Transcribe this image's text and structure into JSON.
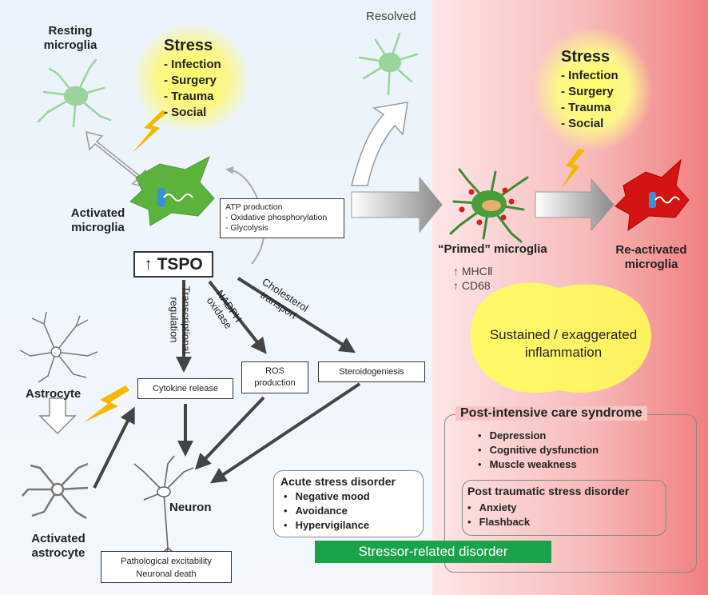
{
  "resting_label": "Resting\nmicroglia",
  "resolved_label": "Resolved",
  "stress_left": {
    "title": "Stress",
    "items": [
      "- Infection",
      "- Surgery",
      "- Trauma",
      "- Social"
    ]
  },
  "stress_right": {
    "title": "Stress",
    "items": [
      "- Infection",
      "- Surgery",
      "- Trauma",
      "- Social"
    ]
  },
  "activated_label": "Activated\nmicroglia",
  "atp_box": {
    "title": "ATP production",
    "items": [
      "- Oxidative phosphorylation",
      "- Glycolysis"
    ]
  },
  "tspo_label": "↑ TSPO",
  "primed_label": "“Primed” microglia",
  "primed_markers": [
    "↑ MHCⅡ",
    "↑ CD68"
  ],
  "reactivated_label": "Re-activated\nmicroglia",
  "inflammation_label": "Sustained / exaggerated\ninflammation",
  "pathways": {
    "transcriptional": "Transcriptional\nregulation",
    "nadph": "NADPH\noxidase",
    "cholesterol": "Cholesterol\ntransport"
  },
  "cytokine_box": "Cytokine release",
  "ros_box": "ROS\nproduction",
  "steroid_box": "Steroidogeniesis",
  "astrocyte_label": "Astrocyte",
  "activated_astrocyte_label": "Activated\nastrocyte",
  "neuron_label": "Neuron",
  "pathology_box": "Pathological excitability\nNeuronal death",
  "acute_stress": {
    "title": "Acute stress disorder",
    "items": [
      "Negative mood",
      "Avoidance",
      "Hypervigilance"
    ]
  },
  "pics": {
    "title": "Post-intensive care syndrome",
    "items": [
      "Depression",
      "Cognitive dysfunction",
      "Muscle weakness"
    ]
  },
  "ptsd": {
    "title": "Post traumatic stress disorder",
    "items": [
      "Anxiety",
      "Flashback"
    ]
  },
  "stressor_banner": "Stressor-related disorder",
  "colors": {
    "microglia_green": "#5cb33c",
    "reactivated_red": "#d41414",
    "banner_green": "#1aa34a"
  }
}
